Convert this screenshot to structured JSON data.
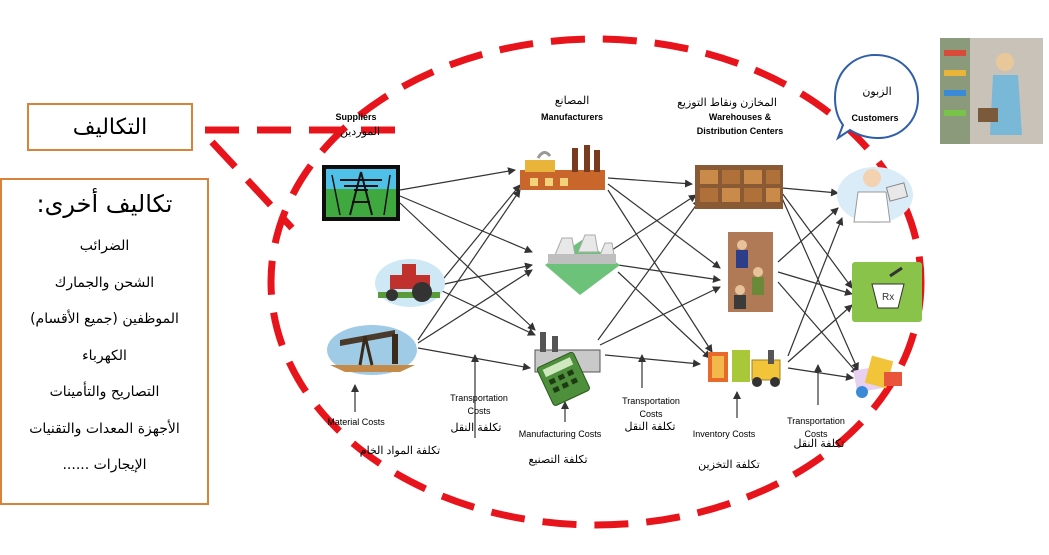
{
  "costs_box": {
    "label": "التكاليف"
  },
  "other_costs": {
    "title": "تكاليف أخرى:",
    "items": [
      "الضرائب",
      "الشحن والجمارك",
      "الموظفين (جميع الأقسام)",
      "الكهرباء",
      "التصاريح والتأمينات",
      "الأجهزة المعدات والتقنيات",
      "الإيجارات ......"
    ]
  },
  "stages": {
    "suppliers": {
      "en": "Suppliers",
      "ar": "الموردين"
    },
    "manufacturers": {
      "en": "Manufacturers",
      "ar": "المصانع"
    },
    "warehouses": {
      "en1": "Warehouses &",
      "en2": "Distribution Centers",
      "ar": "المخازن ونقاط التوزيع"
    },
    "customers": {
      "en": "Customers",
      "ar": "الزبون"
    }
  },
  "cost_labels": {
    "material": {
      "en": "Material Costs",
      "ar": "تكلفة المواد الخام"
    },
    "transport1": {
      "en1": "Transportation",
      "en2": "Costs",
      "ar": "تكلفة النقل"
    },
    "manufacturing": {
      "en": "Manufacturing Costs",
      "ar": "تكلفة التصنيع"
    },
    "transport2": {
      "en1": "Transportation",
      "en2": "Costs",
      "ar": "تكلفة النقل"
    },
    "inventory": {
      "en": "Inventory Costs",
      "ar": "تكلفة التخزين"
    },
    "transport3": {
      "en1": "Transportation",
      "en2": "Costs",
      "ar": "تكلفة النقل"
    }
  },
  "colors": {
    "dash_red": "#e8141b",
    "box_border": "#d9823b",
    "arrow": "#333333"
  }
}
